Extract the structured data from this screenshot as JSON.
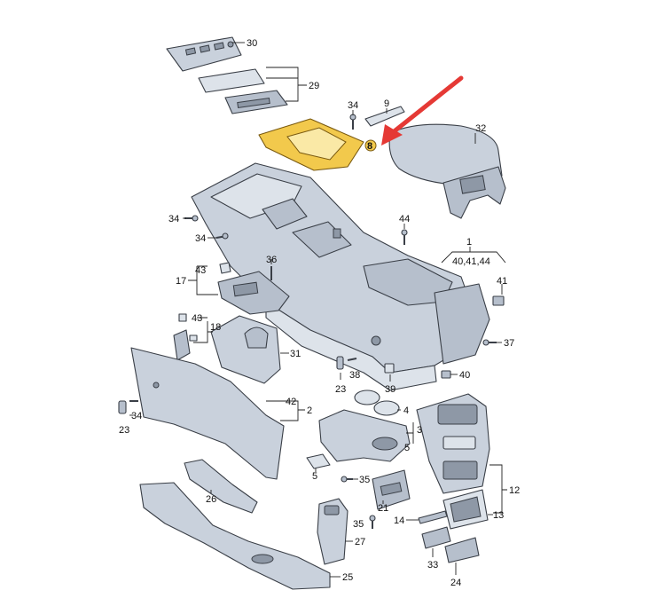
{
  "labels": {
    "l30": "30",
    "l29": "29",
    "l34a": "34",
    "l9": "9",
    "l8": "8",
    "l32": "32",
    "l34b": "34",
    "l34c": "34",
    "l44": "44",
    "l1": "1",
    "l404144": "40,41,44",
    "l43a": "43",
    "l36": "36",
    "l17": "17",
    "l41": "41",
    "l43b": "43",
    "l18": "18",
    "l37": "37",
    "l31": "31",
    "l38": "38",
    "l40": "40",
    "l23a": "23",
    "l39": "39",
    "l42": "42",
    "l2": "2",
    "l34d": "34",
    "l23b": "23",
    "l4": "4",
    "l3": "3",
    "l5a": "5",
    "l5b": "5",
    "l35a": "35",
    "l12": "12",
    "l26": "26",
    "l21": "21",
    "l14": "14",
    "l13": "13",
    "l35b": "35",
    "l27": "27",
    "l33": "33",
    "l25": "25",
    "l24": "24"
  },
  "colors": {
    "highlight_part": "#f2c94c",
    "arrow": "#e53935",
    "part_fill": "#c9d1dc",
    "outline": "#3a3f47"
  }
}
